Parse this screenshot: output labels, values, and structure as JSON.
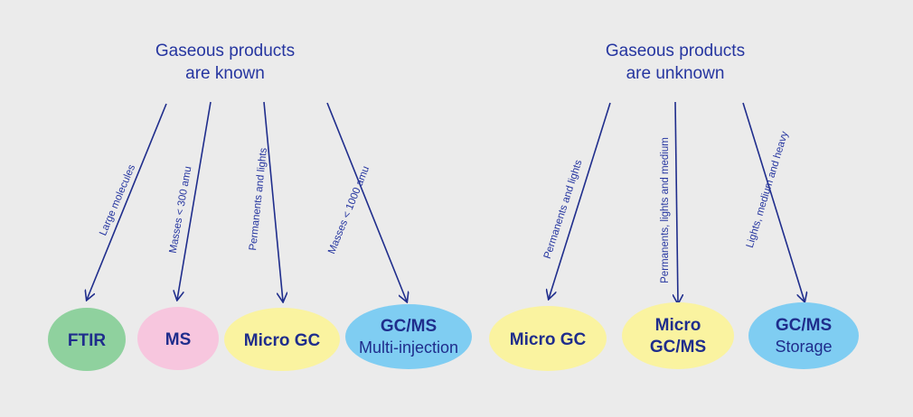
{
  "headings": {
    "known": [
      "Gaseous products",
      "are known"
    ],
    "unknown": [
      "Gaseous products",
      "are unknown"
    ]
  },
  "edges": [
    {
      "label": "Large molecules"
    },
    {
      "label": "Masses < 300 amu"
    },
    {
      "label": "Permanents and lights"
    },
    {
      "label": "Masses < 1000 amu"
    },
    {
      "label": "Permanents and lights"
    },
    {
      "label": "Permanents, lights and medium"
    },
    {
      "label": "Lights, medium and heavy"
    }
  ],
  "nodes": [
    {
      "lines": [
        "FTIR"
      ],
      "color": "#8fd19e"
    },
    {
      "lines": [
        "MS"
      ],
      "color": "#f7c6de"
    },
    {
      "lines": [
        "Micro GC"
      ],
      "color": "#faf3a0"
    },
    {
      "lines": [
        "GC/MS",
        "Multi-injection"
      ],
      "color": "#7fcdf2"
    },
    {
      "lines": [
        "Micro GC"
      ],
      "color": "#faf3a0"
    },
    {
      "lines": [
        "Micro",
        "GC/MS"
      ],
      "color": "#faf3a0"
    },
    {
      "lines": [
        "GC/MS",
        "Storage"
      ],
      "color": "#7fcdf2"
    }
  ]
}
